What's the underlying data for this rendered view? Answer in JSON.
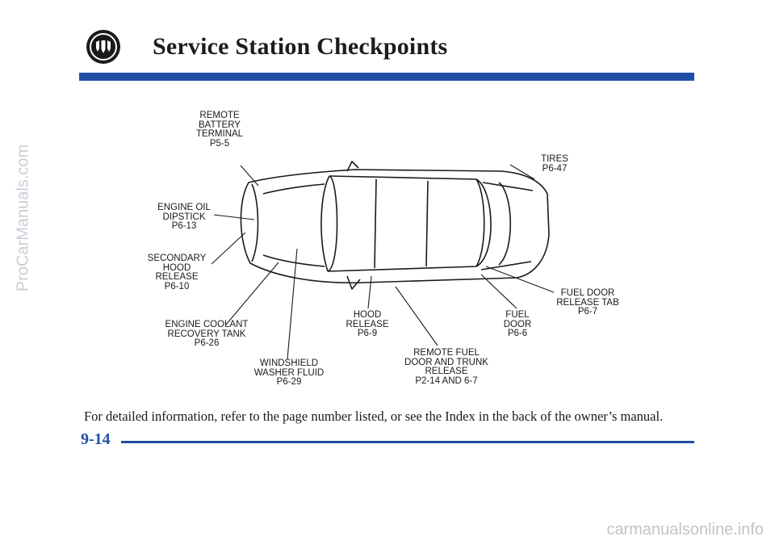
{
  "header": {
    "title": "Service Station Checkpoints",
    "logo_icon": "tri-shield-emblem-icon"
  },
  "colors": {
    "accent_bar": "#1f4fa3",
    "text": "#1a1a1a"
  },
  "diagram": {
    "callouts": [
      {
        "id": "remote-battery-terminal",
        "label": "REMOTE\nBATTERY\nTERMINAL\nP5-5"
      },
      {
        "id": "tires",
        "label": "TIRES\nP6-47"
      },
      {
        "id": "engine-oil-dipstick",
        "label": "ENGINE OIL\nDIPSTICK\nP6-13"
      },
      {
        "id": "secondary-hood-release",
        "label": "SECONDARY\nHOOD RELEASE\nP6-10"
      },
      {
        "id": "engine-coolant-recovery-tank",
        "label": "ENGINE COOLANT\nRECOVERY TANK\nP6-26"
      },
      {
        "id": "windshield-washer-fluid",
        "label": "WINDSHIELD\nWASHER FLUID\nP6-29"
      },
      {
        "id": "hood-release",
        "label": "HOOD\nRELEASE\nP6-9"
      },
      {
        "id": "remote-fuel-door-trunk-release",
        "label": "REMOTE FUEL\nDOOR AND TRUNK\nRELEASE\nP2-14 AND 6-7"
      },
      {
        "id": "fuel-door",
        "label": "FUEL\nDOOR\nP6-6"
      },
      {
        "id": "fuel-door-release-tab",
        "label": "FUEL DOOR\nRELEASE TAB\nP6-7"
      }
    ]
  },
  "footnote": "For detailed information, refer to the page number listed, or see the Index in the back of the owner’s manual.",
  "page_number": "9-14",
  "watermark": "ProCarManuals.com",
  "footer_mark": "carmanualsonline.info"
}
